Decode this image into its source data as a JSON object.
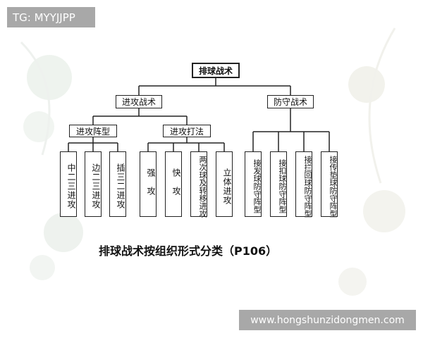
{
  "watermarks": {
    "top_left": "TG: MYYJJPP",
    "bottom_right": "www.hongshunzidongmen.com"
  },
  "diagram": {
    "root": "排球战术",
    "attack": {
      "label": "进攻战术",
      "formation": {
        "label": "进攻阵型",
        "children": [
          "中二三进攻",
          "边二三进攻",
          "插三二进攻"
        ]
      },
      "methods": {
        "label": "进攻打法",
        "children": [
          "强攻",
          "快攻",
          "两次球及转移进攻",
          "立体进攻"
        ]
      }
    },
    "defense": {
      "label": "防守战术",
      "children": [
        "接发球防守阵型",
        "接扣球防守阵型",
        "接拦回球防守阵型",
        "接传垫球防守阵型"
      ]
    },
    "caption": "排球战术按组织形式分类（P106）"
  }
}
